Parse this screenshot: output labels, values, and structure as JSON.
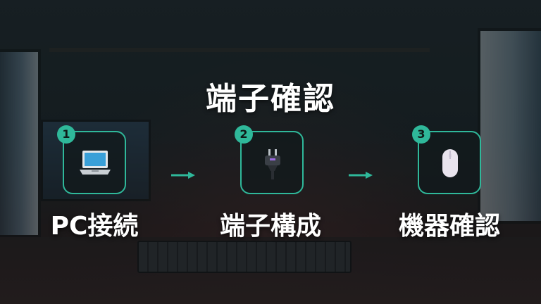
{
  "title": "端子確認",
  "steps": [
    {
      "number": "1",
      "label": "PC接続",
      "icon": "laptop-icon"
    },
    {
      "number": "2",
      "label": "端子構成",
      "icon": "plug-icon"
    },
    {
      "number": "3",
      "label": "機器確認",
      "icon": "mouse-icon"
    }
  ],
  "colors": {
    "accent": "#2fb89a",
    "text": "#ffffff",
    "card_bg": "#121a1c"
  }
}
